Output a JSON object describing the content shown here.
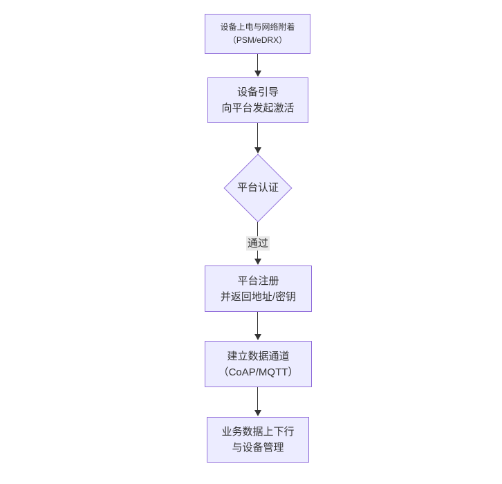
{
  "diagram": {
    "type": "flowchart",
    "direction": "top-down",
    "nodes": [
      {
        "id": "A",
        "shape": "rect",
        "lines": [
          "设备上电与网络附着",
          "（PSM/eDRX）"
        ]
      },
      {
        "id": "B",
        "shape": "rect",
        "lines": [
          "设备引导",
          "向平台发起激活"
        ]
      },
      {
        "id": "C",
        "shape": "diamond",
        "label": "平台认证"
      },
      {
        "id": "D",
        "shape": "rect",
        "lines": [
          "平台注册",
          "并返回地址/密钥"
        ]
      },
      {
        "id": "E",
        "shape": "rect",
        "lines": [
          "建立数据通道",
          "（CoAP/MQTT）"
        ]
      },
      {
        "id": "F",
        "shape": "rect",
        "lines": [
          "业务数据上下行",
          "与设备管理"
        ]
      }
    ],
    "edges": [
      {
        "from": "A",
        "to": "B",
        "label": ""
      },
      {
        "from": "B",
        "to": "C",
        "label": ""
      },
      {
        "from": "C",
        "to": "D",
        "label": "通过"
      },
      {
        "from": "D",
        "to": "E",
        "label": ""
      },
      {
        "from": "E",
        "to": "F",
        "label": ""
      }
    ],
    "colors": {
      "node_fill": "#ECECFF",
      "node_border": "#9370DB",
      "text": "#333333",
      "arrow": "#333333",
      "edge_label_bg": "#E8E8E8",
      "background": "#FFFFFF"
    }
  }
}
